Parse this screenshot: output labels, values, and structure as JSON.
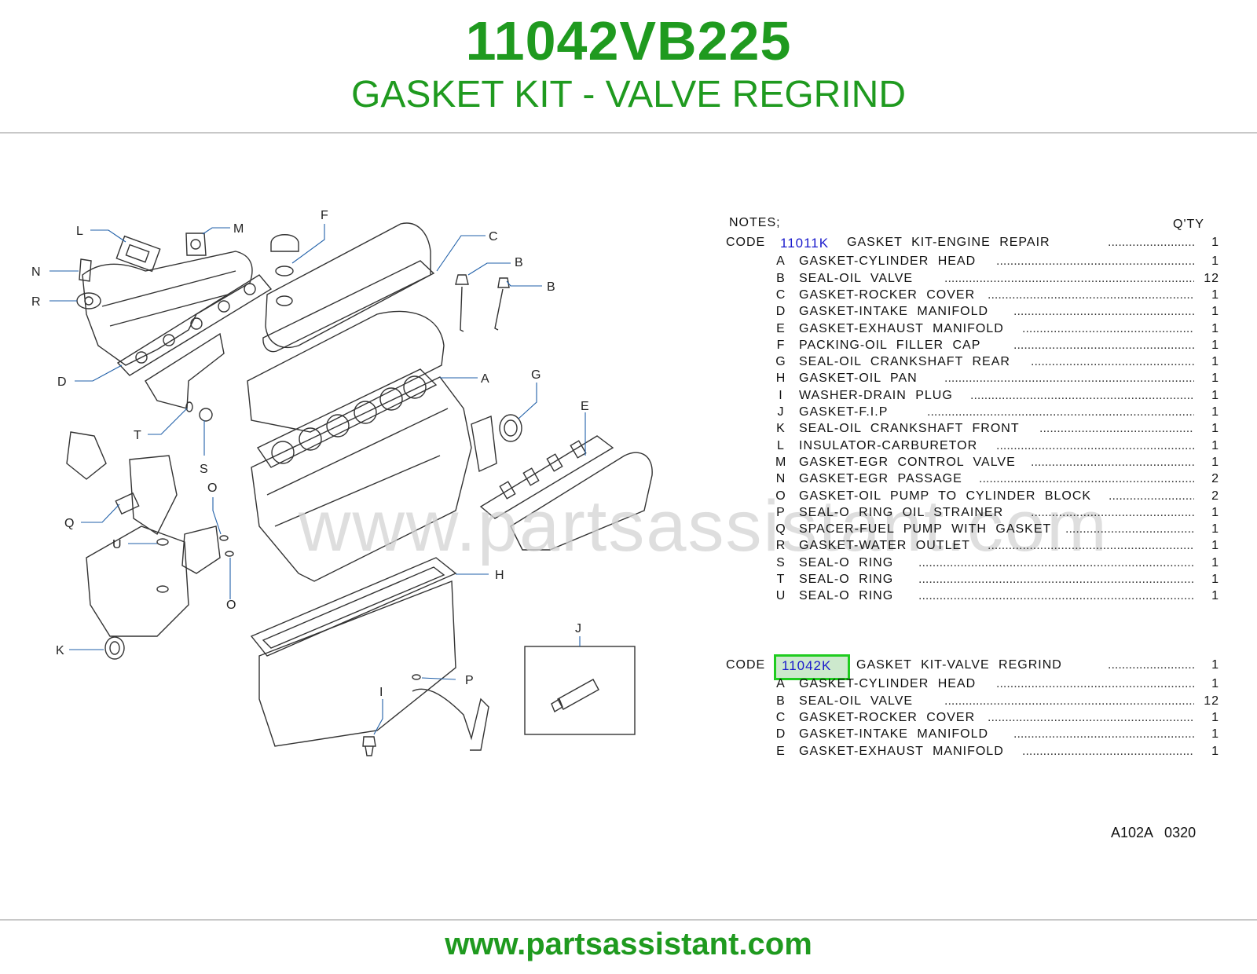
{
  "header": {
    "part_number": "11042VB225",
    "title": "GASKET KIT - VALVE REGRIND"
  },
  "watermark": "www.partsassistant.com",
  "notes": {
    "label": "NOTES;",
    "qty_header": "Q'TY"
  },
  "kits": [
    {
      "code_label": "CODE",
      "code": "11011K",
      "name": "GASKET KIT-ENGINE REPAIR",
      "qty": "1",
      "items": [
        {
          "letter": "A",
          "desc": "GASKET-CYLINDER HEAD",
          "qty": "1"
        },
        {
          "letter": "B",
          "desc": "SEAL-OIL VALVE",
          "qty": "12"
        },
        {
          "letter": "C",
          "desc": "GASKET-ROCKER COVER",
          "qty": "1"
        },
        {
          "letter": "D",
          "desc": "GASKET-INTAKE MANIFOLD",
          "qty": "1"
        },
        {
          "letter": "E",
          "desc": "GASKET-EXHAUST MANIFOLD",
          "qty": "1"
        },
        {
          "letter": "F",
          "desc": "PACKING-OIL FILLER CAP",
          "qty": "1"
        },
        {
          "letter": "G",
          "desc": "SEAL-OIL CRANKSHAFT REAR",
          "qty": "1"
        },
        {
          "letter": "H",
          "desc": "GASKET-OIL PAN",
          "qty": "1"
        },
        {
          "letter": "I",
          "desc": "WASHER-DRAIN PLUG",
          "qty": "1"
        },
        {
          "letter": "J",
          "desc": "GASKET-F.I.P",
          "qty": "1"
        },
        {
          "letter": "K",
          "desc": "SEAL-OIL CRANKSHAFT FRONT",
          "qty": "1"
        },
        {
          "letter": "L",
          "desc": "INSULATOR-CARBURETOR",
          "qty": "1"
        },
        {
          "letter": "M",
          "desc": "GASKET-EGR CONTROL VALVE",
          "qty": "1"
        },
        {
          "letter": "N",
          "desc": "GASKET-EGR PASSAGE",
          "qty": "2"
        },
        {
          "letter": "O",
          "desc": "GASKET-OIL PUMP TO CYLINDER BLOCK",
          "qty": "2"
        },
        {
          "letter": "P",
          "desc": "SEAL-O RING OIL STRAINER",
          "qty": "1"
        },
        {
          "letter": "Q",
          "desc": "SPACER-FUEL PUMP WITH GASKET",
          "qty": "1"
        },
        {
          "letter": "R",
          "desc": "GASKET-WATER OUTLET",
          "qty": "1"
        },
        {
          "letter": "S",
          "desc": "SEAL-O RING",
          "qty": "1"
        },
        {
          "letter": "T",
          "desc": "SEAL-O RING",
          "qty": "1"
        },
        {
          "letter": "U",
          "desc": "SEAL-O RING",
          "qty": "1"
        }
      ]
    },
    {
      "code_label": "CODE",
      "code": "11042K",
      "name": "GASKET KIT-VALVE REGRIND",
      "qty": "1",
      "highlighted": true,
      "items": [
        {
          "letter": "A",
          "desc": "GASKET-CYLINDER HEAD",
          "qty": "1"
        },
        {
          "letter": "B",
          "desc": "SEAL-OIL VALVE",
          "qty": "12"
        },
        {
          "letter": "C",
          "desc": "GASKET-ROCKER COVER",
          "qty": "1"
        },
        {
          "letter": "D",
          "desc": "GASKET-INTAKE MANIFOLD",
          "qty": "1"
        },
        {
          "letter": "E",
          "desc": "GASKET-EXHAUST MANIFOLD",
          "qty": "1"
        }
      ]
    }
  ],
  "diagram_callouts": [
    "L",
    "M",
    "F",
    "C",
    "N",
    "B",
    "B",
    "R",
    "D",
    "A",
    "G",
    "T",
    "E",
    "S",
    "O",
    "Q",
    "U",
    "O",
    "H",
    "J",
    "K",
    "P",
    "I"
  ],
  "reference": "A102A 0320",
  "footer": {
    "url": "www.partsassistant.com"
  },
  "colors": {
    "brand_green": "#1f9a1f",
    "link_blue": "#1a1acc",
    "highlight_border": "#1fcc1f",
    "highlight_fill": "#cde9cd",
    "watermark": "#d4d4d4"
  }
}
